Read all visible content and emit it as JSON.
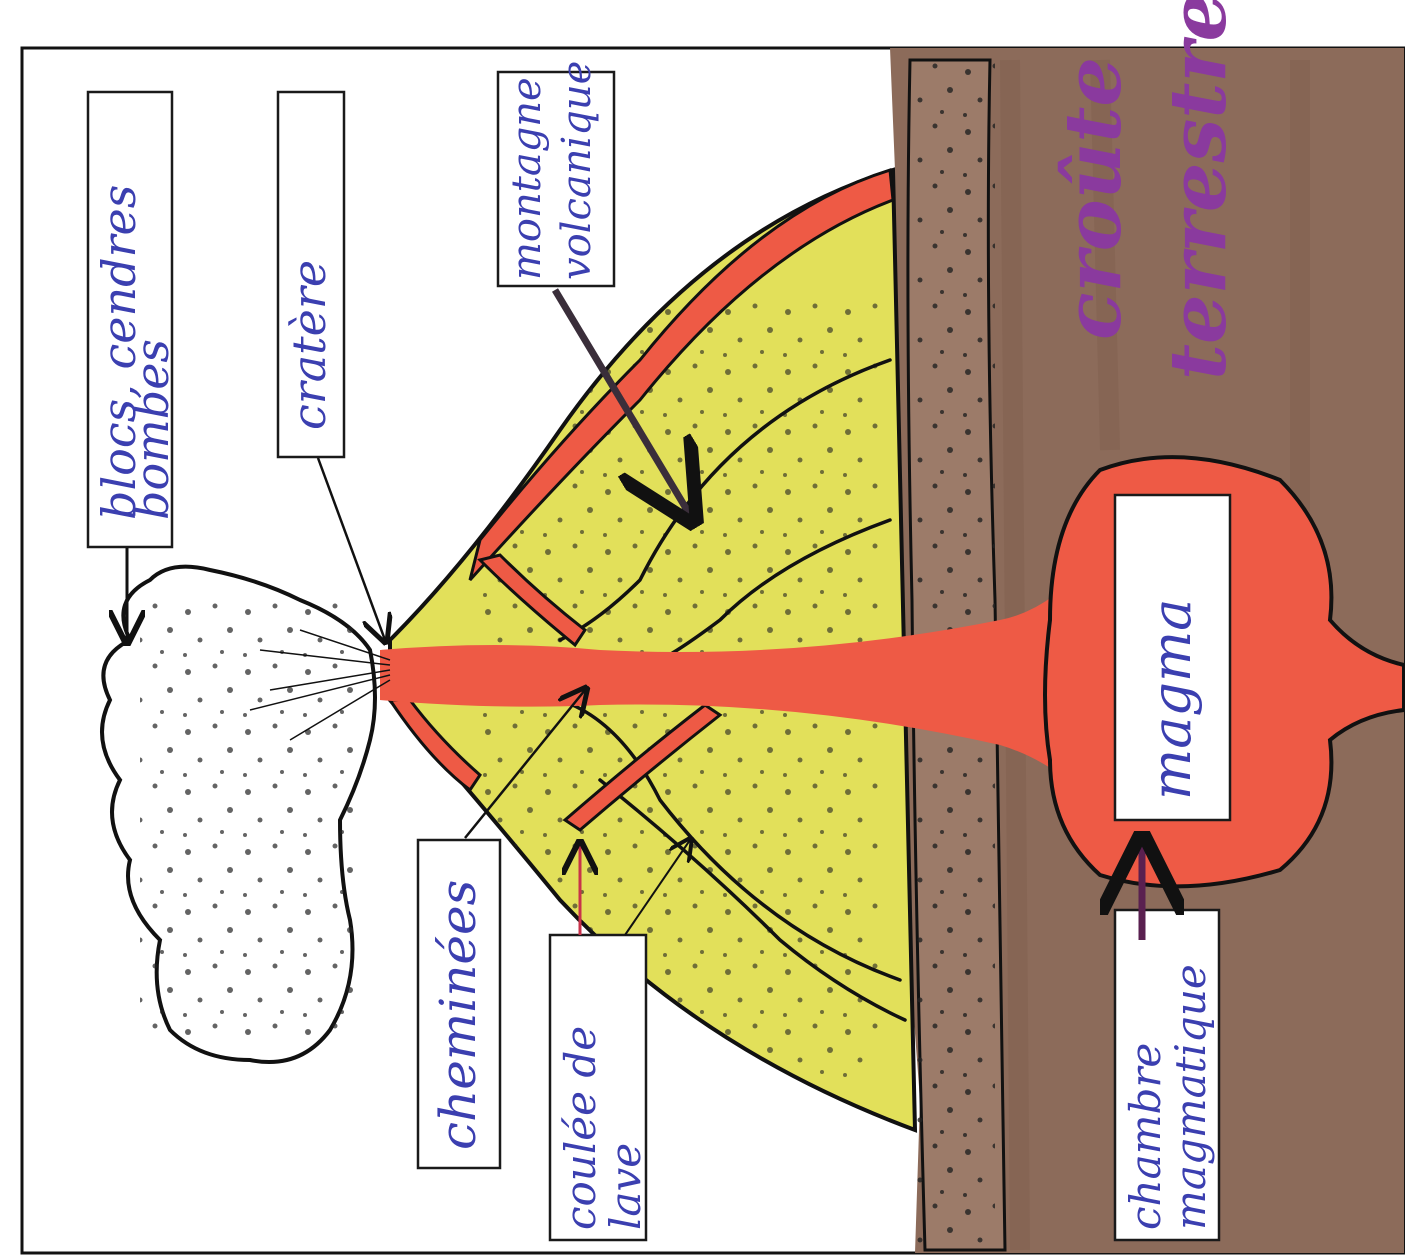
{
  "colors": {
    "crust": "#8c6b5a",
    "mountain": "#e2e05a",
    "magma": "#ee5a45",
    "label_text": "#3b3fb0",
    "title_text": "#8a3a9e"
  },
  "title": {
    "line1": "croûte",
    "line2": "terrestre"
  },
  "labels": {
    "blocs": {
      "line1": "blocs, cendres",
      "line2": "bombes"
    },
    "cratere": {
      "line1": "cratère"
    },
    "montagne": {
      "line1": "montagne",
      "line2": "volcanique"
    },
    "magma": {
      "line1": "magma"
    },
    "cheminees": {
      "line1": "cheminées"
    },
    "coulee": {
      "line1": "coulée de",
      "line2": "lave"
    },
    "chambre": {
      "line1": "chambre",
      "line2": "magmatique"
    }
  }
}
